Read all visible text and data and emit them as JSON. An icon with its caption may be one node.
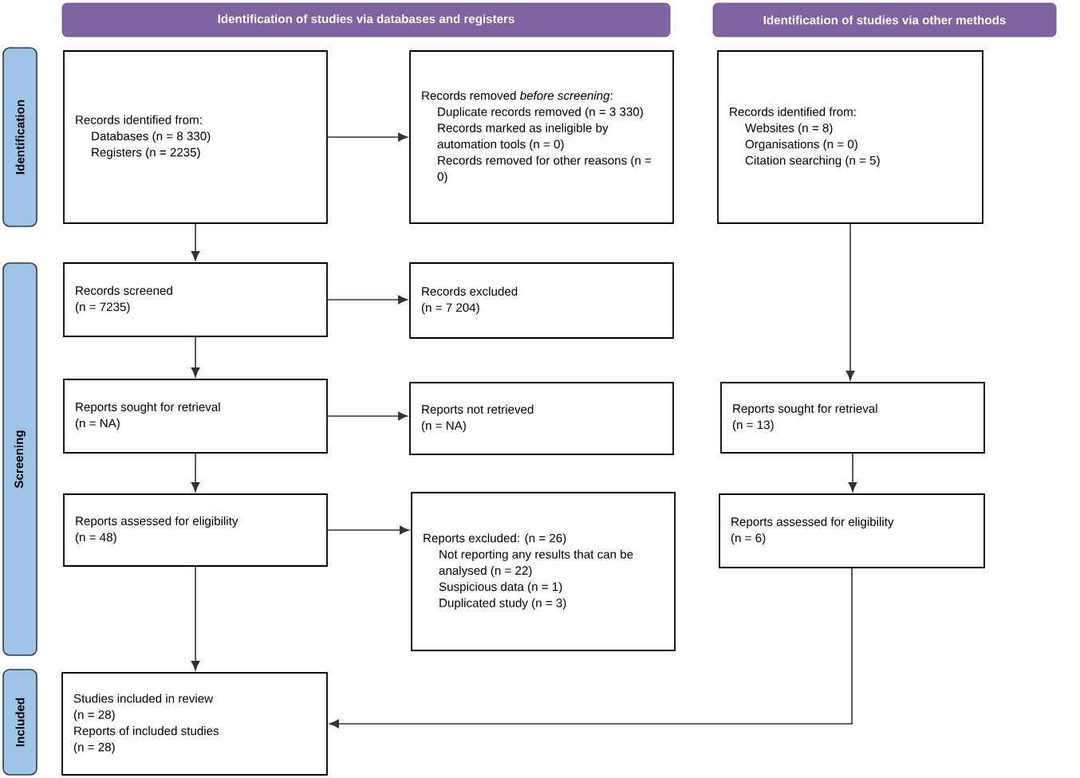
{
  "diagram": {
    "nodes": [
      {
        "text": [
          "Identification of studies via databases and registers"
        ]
      },
      {
        "text": [
          "Identification of studies via other methods"
        ]
      },
      {
        "text": [
          "Identification"
        ]
      },
      {
        "text": [
          "Screening"
        ]
      },
      {
        "text": [
          "Included"
        ]
      },
      {
        "text": [
          "Records identified from:",
          "Databases (n = 8 330)",
          "Registers (n = 2235)"
        ]
      },
      {
        "text": [
          "Records removed *before screening*:",
          "Duplicate records removed (n = 3 330)",
          "Records marked as ineligible by automation tools (n = 0)",
          "Records removed for other reasons (n = 0)"
        ]
      },
      {
        "text": [
          "Records identified from:",
          "Websites (n = 8)",
          "Organisations (n = 0)",
          "Citation searching (n = 5)"
        ]
      },
      {
        "text": [
          "Records screened",
          "(n = 7235)"
        ]
      },
      {
        "text": [
          "Records excluded",
          "(n = 7 204)"
        ]
      },
      {
        "text": [
          "Reports sought for retrieval",
          "(n = NA)"
        ]
      },
      {
        "text": [
          "Reports not retrieved",
          "(n = NA)"
        ]
      },
      {
        "text": [
          "Reports sought for retrieval",
          "(n = 13)"
        ]
      },
      {
        "text": [
          "Reports assessed for eligibility",
          "(n = 48)"
        ]
      },
      {
        "text": [
          "Reports excluded: (n = 26)",
          "Not reporting any results that can be analysed (n = 22)",
          "Suspicious data (n = 1)",
          "Duplicated study (n = 3)"
        ]
      },
      {
        "text": [
          "Reports assessed for eligibility",
          "(n = 6)"
        ]
      },
      {
        "text": [
          "Studies included in review",
          "(n = 28)",
          "Reports of included studies",
          "(n = 28)"
        ]
      }
    ],
    "edges": [
      {
        "from": 5,
        "to": 6,
        "arrow": "to"
      },
      {
        "from": 5,
        "to": 8,
        "arrow": "to"
      },
      {
        "from": 8,
        "to": 9,
        "arrow": "to"
      },
      {
        "from": 8,
        "to": 10,
        "arrow": "to"
      },
      {
        "from": 10,
        "to": 11,
        "arrow": "to"
      },
      {
        "from": 10,
        "to": 13,
        "arrow": "to"
      },
      {
        "from": 13,
        "to": 14,
        "arrow": "to"
      },
      {
        "from": 13,
        "to": 16,
        "arrow": "to"
      },
      {
        "from": 7,
        "to": 12,
        "arrow": "to"
      },
      {
        "from": 12,
        "to": 15,
        "arrow": "to"
      },
      {
        "from": 15,
        "to": 16,
        "arrow": "to"
      }
    ]
  }
}
